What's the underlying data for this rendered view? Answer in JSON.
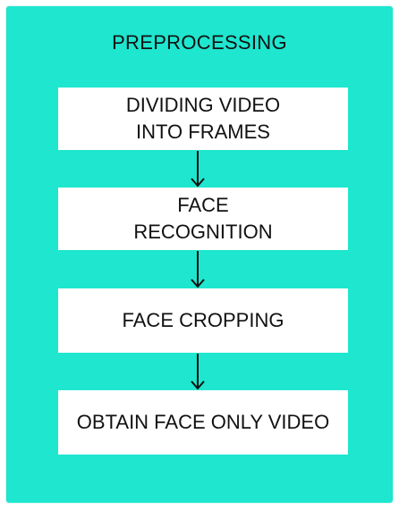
{
  "title": "PREPROCESSING",
  "steps": [
    {
      "lines": [
        "DIVIDING VIDEO",
        "INTO FRAMES"
      ]
    },
    {
      "lines": [
        "FACE",
        "RECOGNITION"
      ]
    },
    {
      "lines": [
        "FACE CROPPING"
      ]
    },
    {
      "lines": [
        "OBTAIN FACE ONLY VIDEO"
      ]
    }
  ],
  "colors": {
    "panel": "#1ee6cf",
    "box": "#ffffff",
    "text": "#111111",
    "arrow": "#111111"
  },
  "icons": [
    "down-arrow-icon"
  ]
}
